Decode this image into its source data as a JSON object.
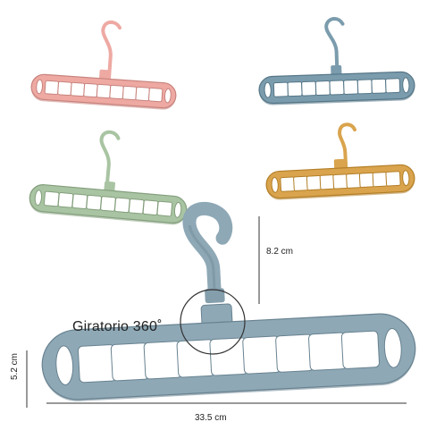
{
  "labels": {
    "feature": "Giratorio 360˚",
    "height": "8.2 cm",
    "width": "33.5 cm",
    "depth": "5.2 cm"
  },
  "colors": {
    "pink": "#eea9a3",
    "blue": "#7b9cad",
    "green": "#a9c4a2",
    "yellow": "#d9a44d",
    "large_blue": "#8ea8b6",
    "line": "#333333"
  },
  "hangers": [
    {
      "id": "hanger-pink",
      "color_key": "pink"
    },
    {
      "id": "hanger-blue-small",
      "color_key": "blue"
    },
    {
      "id": "hanger-green",
      "color_key": "green"
    },
    {
      "id": "hanger-yellow",
      "color_key": "yellow"
    },
    {
      "id": "hanger-blue-large",
      "color_key": "large_blue"
    }
  ]
}
